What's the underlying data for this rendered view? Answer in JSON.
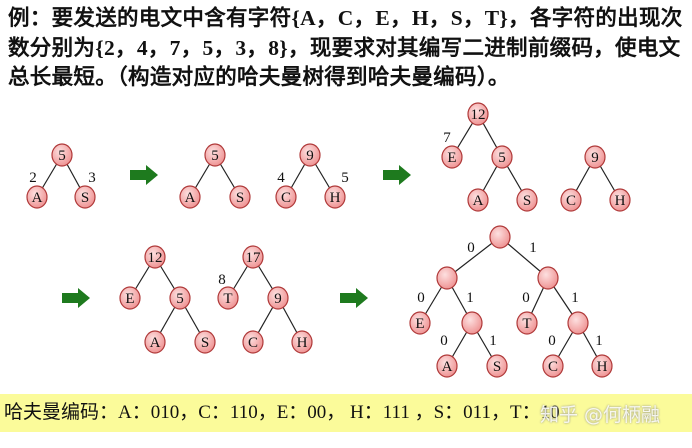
{
  "problem": "例：要发送的电文中含有字符{A，C，E，H，S，T}，各字符的出现次数分别为{2，4，7，5，3，8}，现要求对其编写二进制前缀码，使电文总长最短。（构造对应的哈夫曼树得到哈夫曼编码）。",
  "trees": {
    "t1": {
      "root": "5",
      "a": "A",
      "s": "S",
      "w_a": "2",
      "w_s": "3"
    },
    "t2": {
      "root": "5",
      "a": "A",
      "s": "S"
    },
    "t3": {
      "root": "9",
      "c": "C",
      "h": "H",
      "w_c": "4",
      "w_h": "5"
    },
    "t4": {
      "root": "12",
      "e": "E",
      "n5": "5",
      "a": "A",
      "s": "S",
      "w_e": "7"
    },
    "t5": {
      "root": "9",
      "c": "C",
      "h": "H"
    },
    "t6": {
      "root": "12",
      "e": "E",
      "n5": "5",
      "a": "A",
      "s": "S"
    },
    "t7": {
      "root": "17",
      "t": "T",
      "n9": "9",
      "c": "C",
      "h": "H",
      "w_t": "8"
    },
    "t8": {
      "e": "E",
      "t": "T",
      "a": "A",
      "s": "S",
      "c": "C",
      "h": "H",
      "zero": "0",
      "one": "1"
    }
  },
  "arrow_color": "#1e7a1e",
  "node_color": "#f3a5a5",
  "result": "哈夫曼编码：A：010，C：110，E：00， H：111 ，S：011，T：10",
  "watermark": "知乎 @何柄融"
}
